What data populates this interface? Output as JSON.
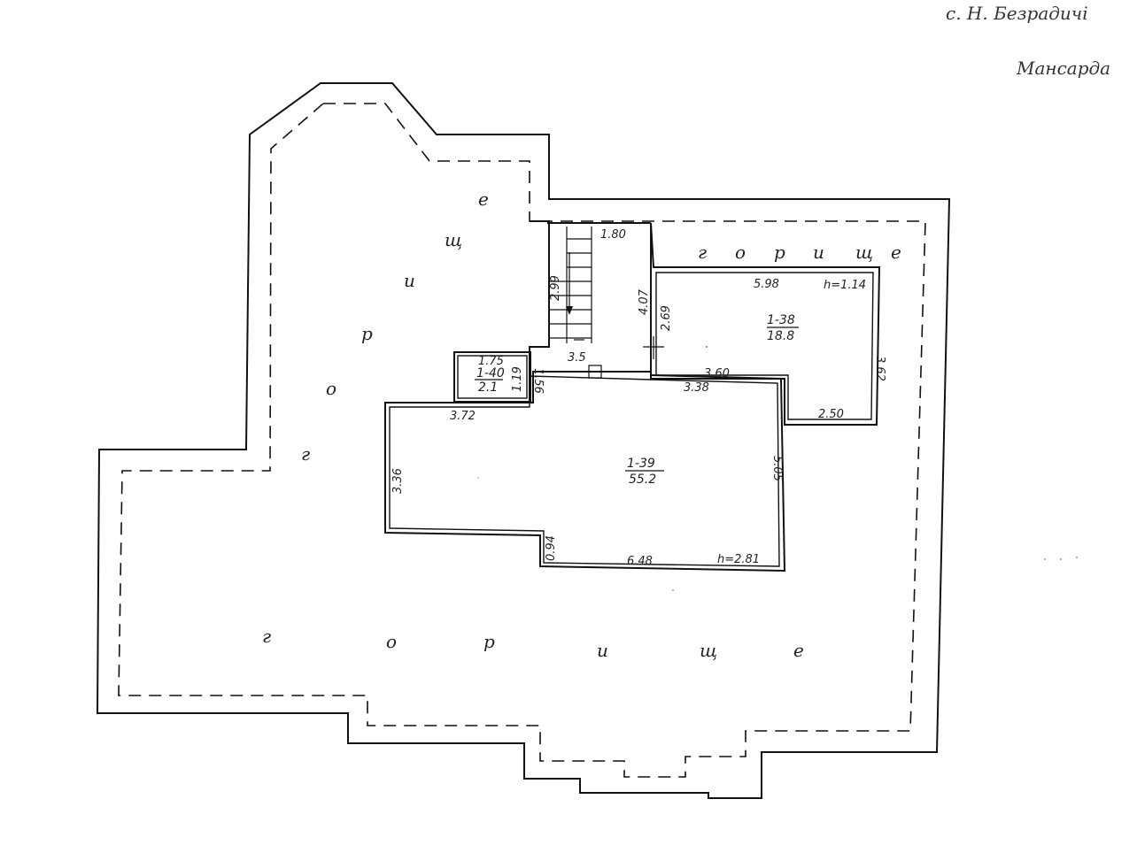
{
  "header": {
    "village": "с. Н. Безрадичі",
    "floor": "Мансарда"
  },
  "attic_label": [
    "г",
    "о",
    "р",
    "и",
    "щ",
    "е"
  ],
  "rooms": {
    "main": {
      "number": "1-39",
      "area": "55.2",
      "height": "h=2.81"
    },
    "east": {
      "number": "1-38",
      "area": "18.8",
      "height": "h=1.14"
    },
    "small": {
      "number": "1-40",
      "area": "2.1"
    }
  },
  "dimensions": {
    "stair_width": "1.80",
    "stair_length": "2.99",
    "stair_landing": "3.5",
    "east_top": "5.98",
    "east_left_outer": "4.07",
    "east_left_inner": "2.69",
    "east_right": "3.62",
    "east_bottom_inner": "3.60",
    "east_bottom_right": "2.50",
    "main_top_right": "3.38",
    "main_top_left": "3.72",
    "main_left": "3.36",
    "main_right": "5.05",
    "main_bottom": "6.48",
    "main_notch": "0.94",
    "small_top": "1.75",
    "small_right": "1.19",
    "corridor": "1.56"
  }
}
